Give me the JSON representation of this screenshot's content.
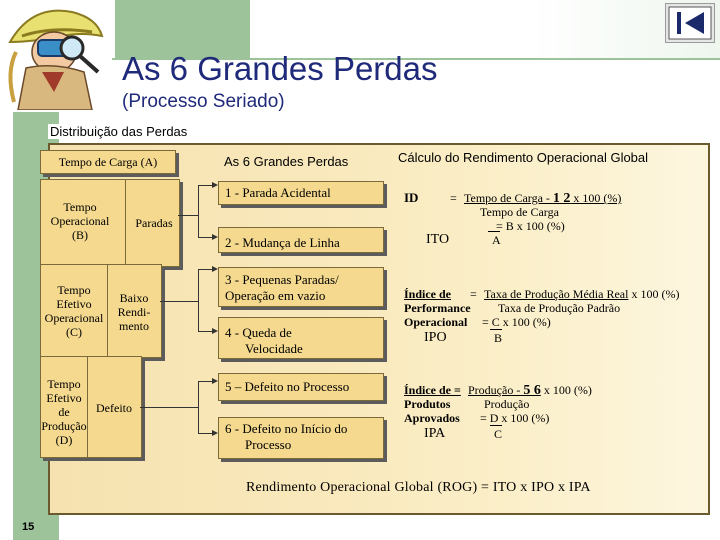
{
  "slide": {
    "title": "As 6 Grandes Perdas",
    "subtitle": "(Processo Seriado)",
    "section_label": "Distribuição das Perdas",
    "page_number": "15",
    "nav_icon": "go-to-start-icon",
    "mascot_icon": "detective-mascot-icon"
  },
  "diagram": {
    "tempo_carga": "Tempo de Carga (A)",
    "tempo_operacional": [
      "Tempo",
      "Operacional",
      "(B)"
    ],
    "paradas": "Paradas",
    "tempo_efetivo_op": [
      "Tempo",
      "Efetivo",
      "Operacional",
      "(C)"
    ],
    "baixo_rendimento": [
      "Baixo",
      "Rendi-",
      "mento"
    ],
    "tempo_efetivo_prod": [
      "Tempo",
      "Efetivo",
      "de",
      "Produção",
      "(D)"
    ],
    "defeito": "Defeito"
  },
  "losses": {
    "header": "As 6 Grandes Perdas",
    "items": [
      [
        "1 - Parada Acidental"
      ],
      [
        "2 - Mudança de Linha"
      ],
      [
        "3 - Pequenas Paradas/",
        "Operação em vazio"
      ],
      [
        "4 - Queda de",
        "Velocidade"
      ],
      [
        "5 – Defeito no Processo"
      ],
      [
        "6 - Defeito no Início do",
        "Processo"
      ]
    ]
  },
  "calc": {
    "header": "Cálculo do Rendimento Operacional Global",
    "id": {
      "label": "ID",
      "eq": "=",
      "num_pre": "Tempo de Carga - ",
      "num_bold": "1 2",
      "num_post": " x 100 (%)",
      "den": "Tempo de Carga",
      "eq2": "=  B  x 100 (%)",
      "abbr": "ITO",
      "den2": "A"
    },
    "performance": {
      "l1": "Índice de",
      "l2": "Performance",
      "l3": "Operacional",
      "eq": "=",
      "num": "Taxa de Produção Média Real",
      "num_post": " x 100 (%)",
      "den": "Taxa de Produção Padrão",
      "eq2": "=  C  x 100 (%)",
      "abbr": "IPO",
      "den2": "B"
    },
    "produtos": {
      "l1": "Índice de =",
      "l2": "Produtos",
      "l3": "Aprovados",
      "num_pre": "Produção - ",
      "num_bold": "5 6",
      "num_post": " x 100 (%)",
      "den": "Produção",
      "eq2": "=  D  x 100 (%)",
      "abbr": "IPA",
      "den2": "C"
    }
  },
  "rog": "Rendimento Operacional Global (ROG) = ITO x IPO x IPA"
}
